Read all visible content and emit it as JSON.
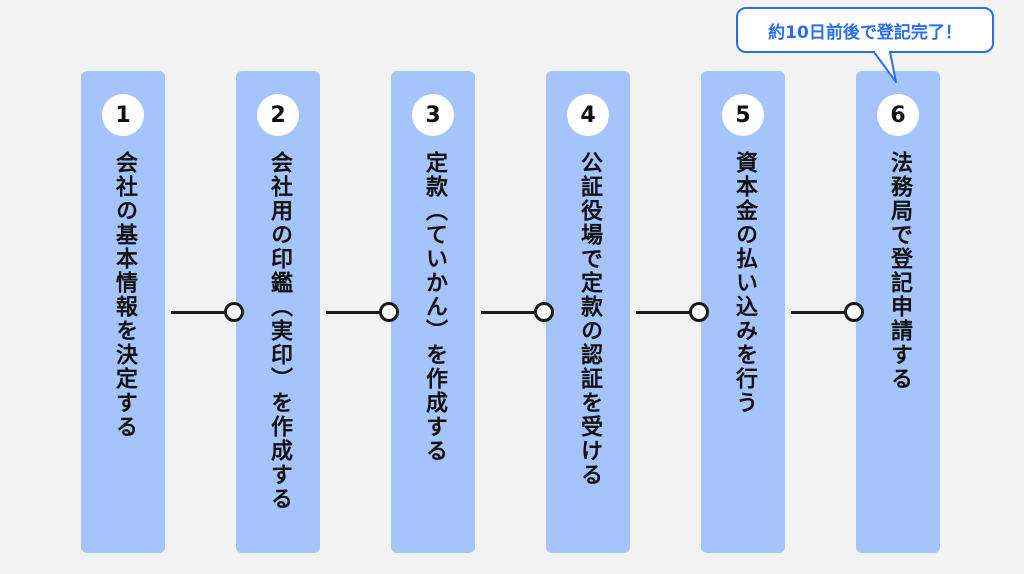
{
  "steps": [
    {
      "number": "1",
      "label": "会社の基本情報を決定する"
    },
    {
      "number": "2",
      "label": "会社用の印鑑（実印）を作成する"
    },
    {
      "number": "3",
      "label": "定款（ていかん）を作成する"
    },
    {
      "number": "4",
      "label": "公証役場で定款の認証を受ける"
    },
    {
      "number": "5",
      "label": "資本金の払い込みを行う"
    },
    {
      "number": "6",
      "label": "法務局で登記申請する"
    }
  ],
  "callout": {
    "text": "約10日前後で登記完了！"
  },
  "colors": {
    "card": "#a5c4fb",
    "accent": "#2a6ef0",
    "line": "#1a1a1a",
    "background": "#f2f2f2"
  }
}
